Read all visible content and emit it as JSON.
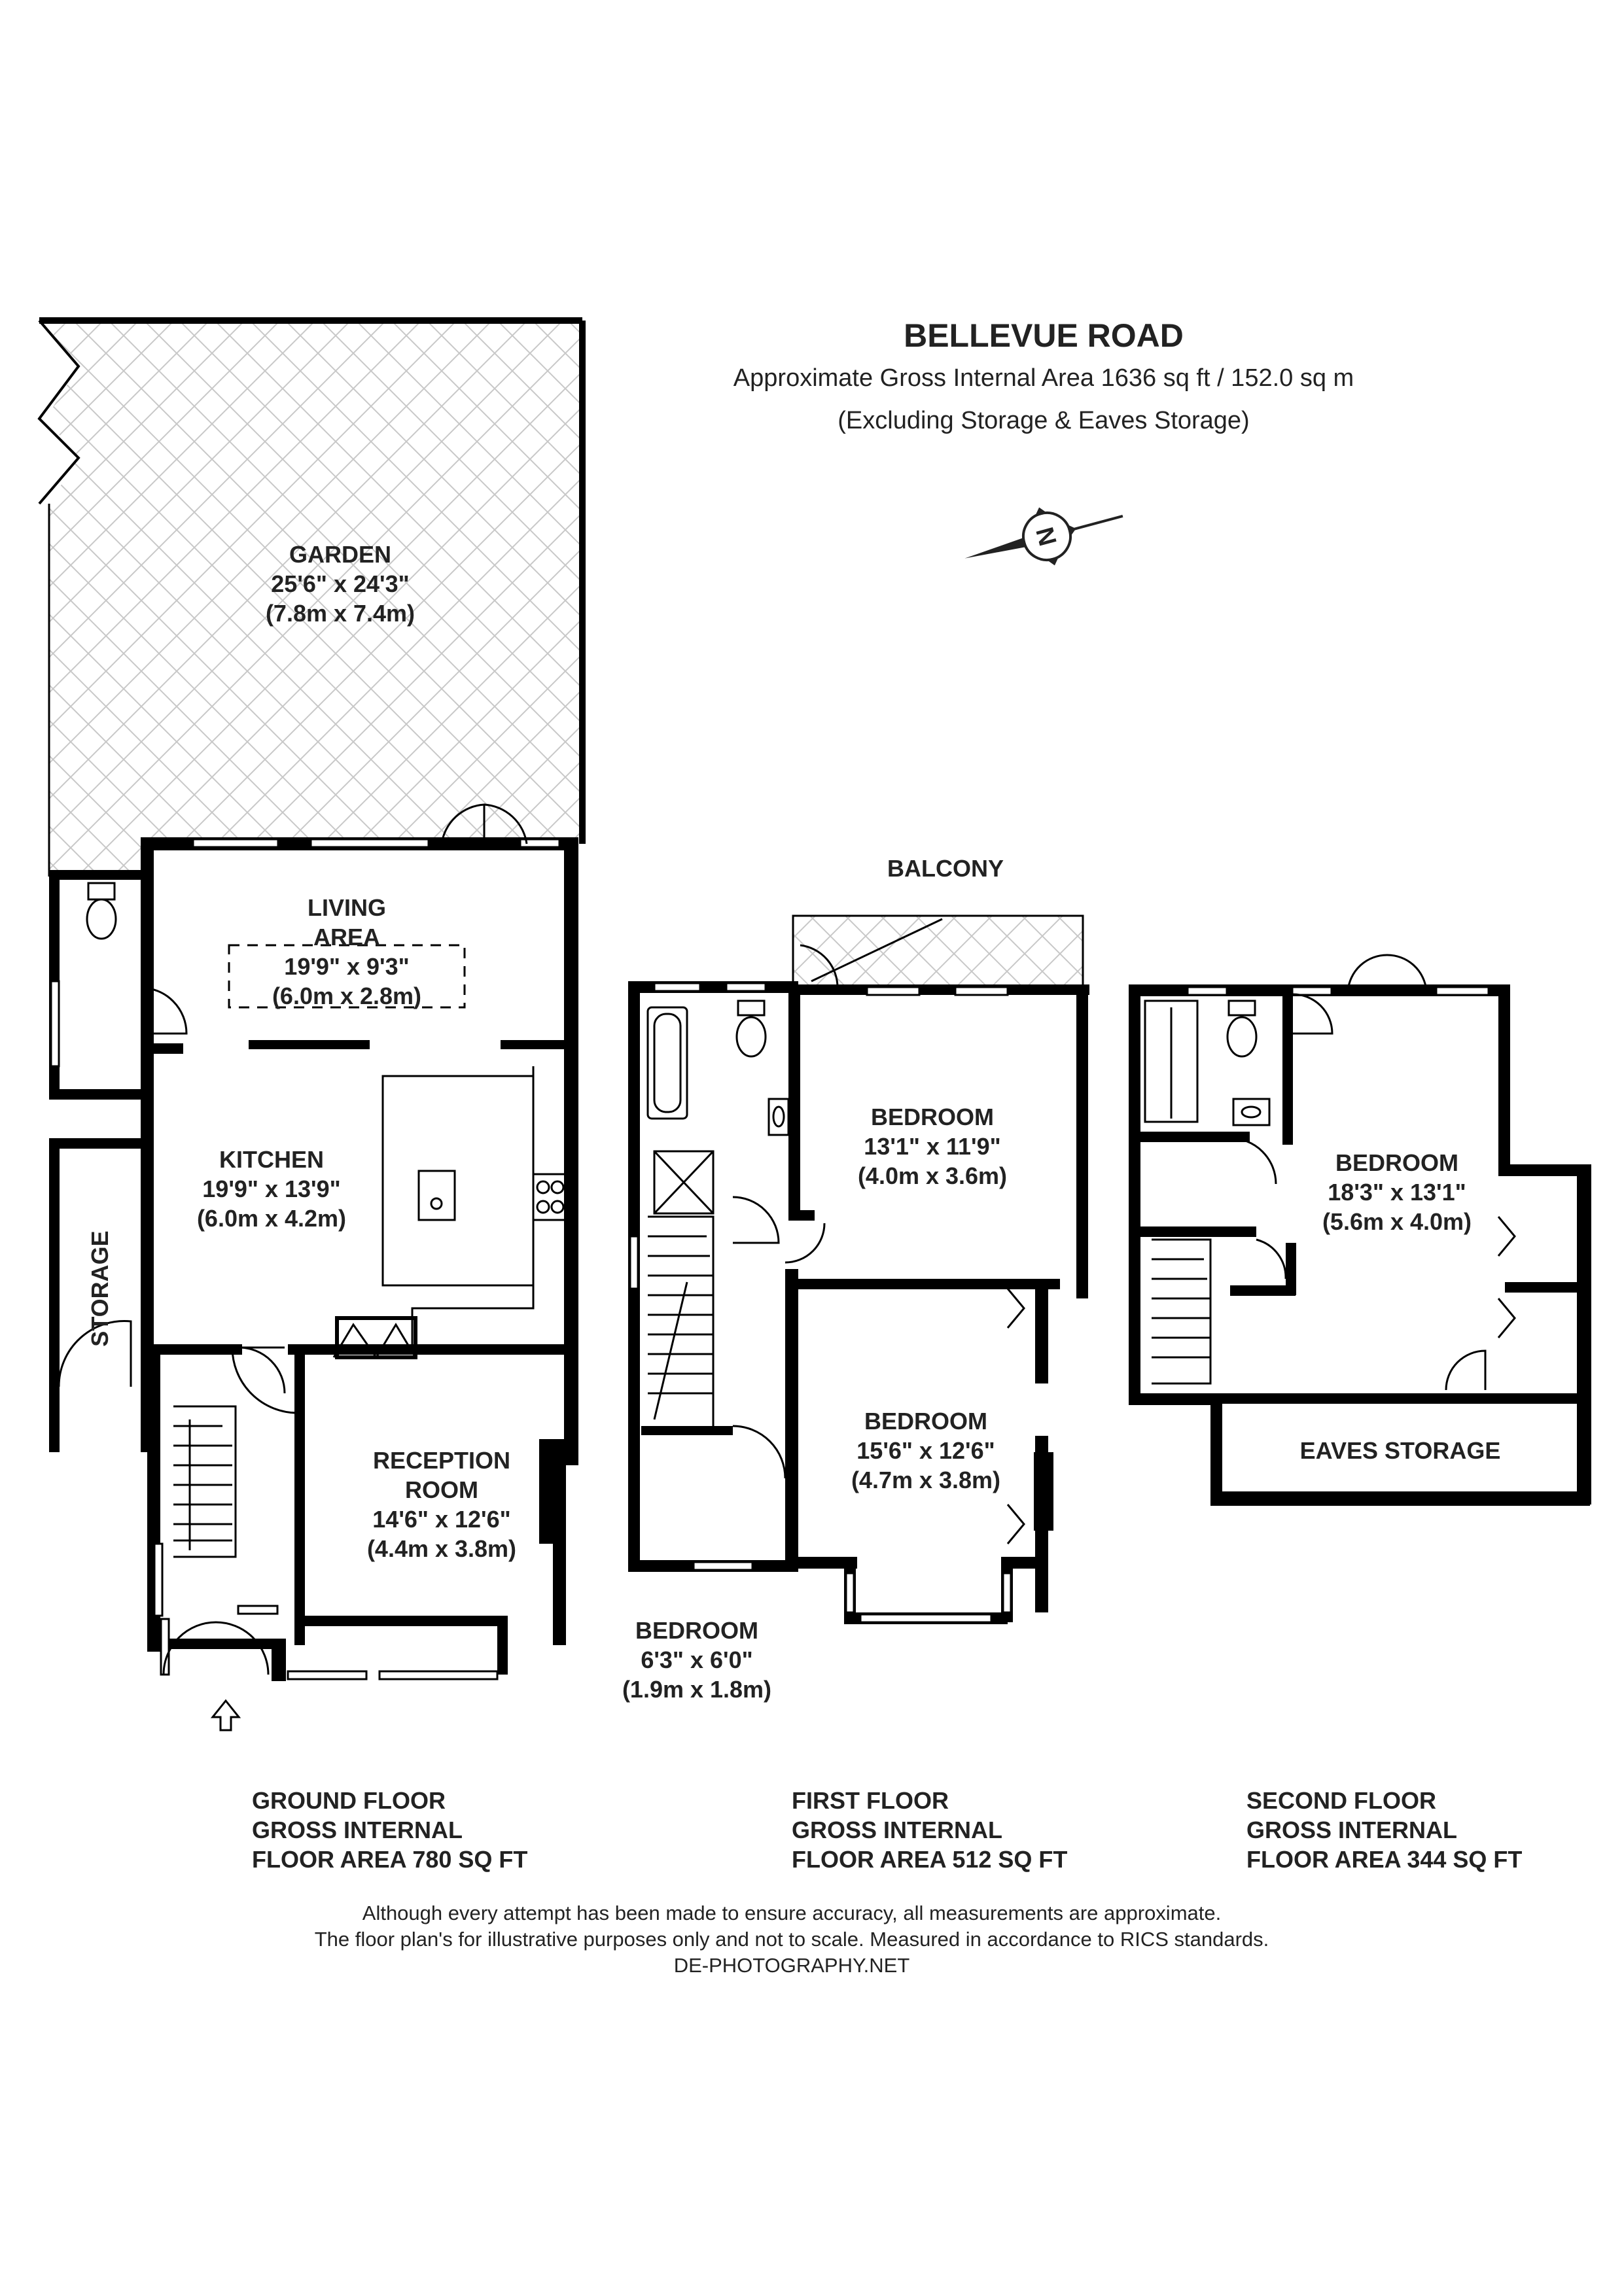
{
  "header": {
    "title": "BELLEVUE ROAD",
    "area_line": "Approximate Gross Internal Area 1636 sq ft / 152.0 sq m",
    "excluding_line": "(Excluding Storage & Eaves Storage)"
  },
  "compass": {
    "letter": "N"
  },
  "ground_floor": {
    "garden": {
      "name": "GARDEN",
      "imperial": "25'6\" x 24'3\"",
      "metric": "(7.8m x 7.4m)"
    },
    "living_area": {
      "name_line1": "LIVING",
      "name_line2": "AREA",
      "imperial": "19'9\" x 9'3\"",
      "metric": "(6.0m x 2.8m)"
    },
    "kitchen": {
      "name": "KITCHEN",
      "imperial": "19'9\" x 13'9\"",
      "metric": "(6.0m x 4.2m)"
    },
    "reception": {
      "name_line1": "RECEPTION",
      "name_line2": "ROOM",
      "imperial": "14'6\" x 12'6\"",
      "metric": "(4.4m x 3.8m)"
    },
    "storage": {
      "name": "STORAGE"
    },
    "caption": [
      "GROUND FLOOR",
      "GROSS INTERNAL",
      "FLOOR AREA 780 SQ FT"
    ]
  },
  "first_floor": {
    "balcony": {
      "name": "BALCONY"
    },
    "bedroom_rear": {
      "name": "BEDROOM",
      "imperial": "13'1\" x 11'9\"",
      "metric": "(4.0m x 3.6m)"
    },
    "bedroom_front": {
      "name": "BEDROOM",
      "imperial": "15'6\" x 12'6\"",
      "metric": "(4.7m x 3.8m)"
    },
    "bedroom_small": {
      "name": "BEDROOM",
      "imperial": "6'3\" x 6'0\"",
      "metric": "(1.9m x 1.8m)"
    },
    "caption": [
      "FIRST FLOOR",
      "GROSS INTERNAL",
      "FLOOR AREA 512 SQ FT"
    ]
  },
  "second_floor": {
    "bedroom": {
      "name": "BEDROOM",
      "imperial": "18'3\" x 13'1\"",
      "metric": "(5.6m x 4.0m)"
    },
    "eaves_storage": {
      "name": "EAVES STORAGE"
    },
    "caption": [
      "SECOND FLOOR",
      "GROSS INTERNAL",
      "FLOOR AREA 344 SQ FT"
    ]
  },
  "disclaimer": {
    "line1": "Although every attempt has been made to ensure accuracy, all measurements are approximate.",
    "line2": "The floor plan's for illustrative purposes only and not to scale. Measured in accordance to RICS standards.",
    "line3": "DE-PHOTOGRAPHY.NET"
  }
}
